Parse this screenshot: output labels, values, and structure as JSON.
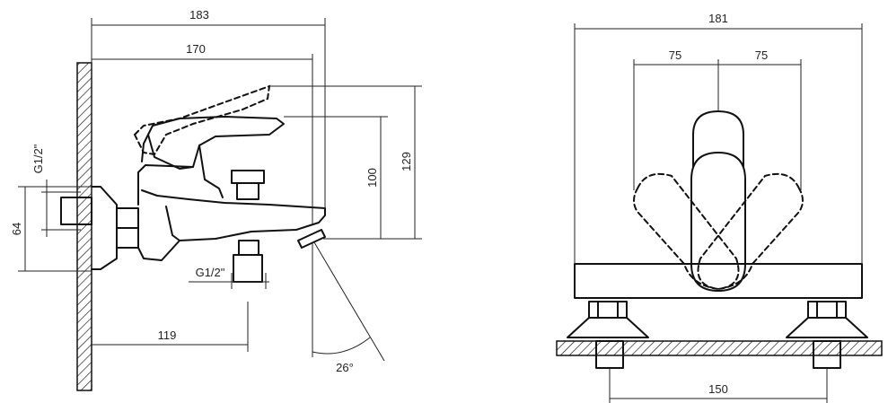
{
  "side_view": {
    "dim_overall_width": "183",
    "dim_body_width": "170",
    "dim_height_lever_raised": "129",
    "dim_height_lever": "100",
    "dim_thread_inlet": "G1/2\"",
    "dim_inlet_height": "64",
    "dim_thread_outlet": "G1/2\"",
    "dim_outlet_distance": "119",
    "dim_spout_angle": "26°"
  },
  "front_view": {
    "dim_overall_width": "181",
    "dim_lever_left": "75",
    "dim_lever_right": "75",
    "dim_inlet_spacing": "150"
  }
}
